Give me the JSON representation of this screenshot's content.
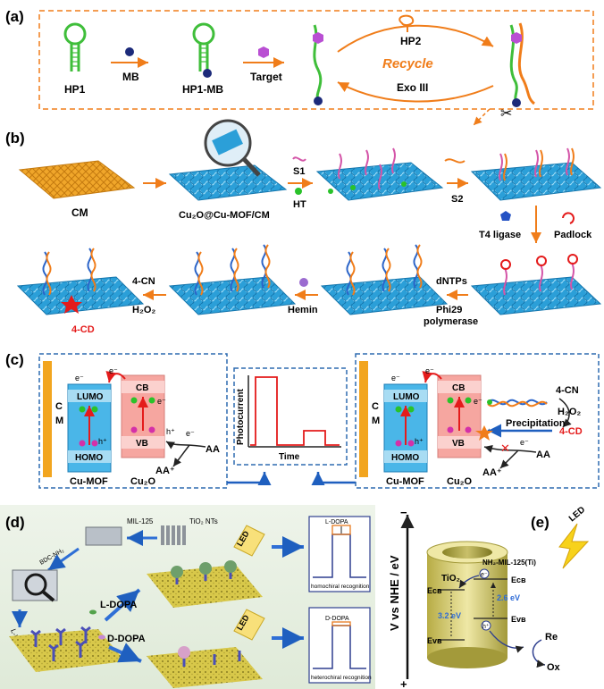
{
  "panel_labels": {
    "a": "(a)",
    "b": "(b)",
    "c": "(c)",
    "d": "(d)",
    "e": "(e)"
  },
  "panel_a": {
    "hp1": "HP1",
    "mb": "MB",
    "hp1_mb": "HP1-MB",
    "target": "Target",
    "hp2": "HP2",
    "recycle": "Recycle",
    "exo": "Exo III"
  },
  "panel_b": {
    "cm": "CM",
    "cu2o_mof_cm": "Cu₂O@Cu-MOF/CM",
    "s1": "S1",
    "ht": "HT",
    "s2": "S2",
    "t4_ligase": "T4 ligase",
    "padlock": "Padlock",
    "dntps": "dNTPs",
    "phi29": "Phi29",
    "polymerase": "polymerase",
    "hemin": "Hemin",
    "four_cn": "4-CN",
    "h2o2": "H₂O₂",
    "four_cd": "4-CD"
  },
  "panel_c": {
    "cm_letters": [
      "C",
      "M"
    ],
    "lumo": "LUMO",
    "homo": "HOMO",
    "cb": "CB",
    "vb": "VB",
    "e_minus": "e⁻",
    "h_plus": "h⁺",
    "aa": "AA",
    "aa_plus": "AA⁺",
    "cu_mof": "Cu-MOF",
    "cu2o": "Cu₂O",
    "photocurrent": "Photocurrent",
    "time": "Time",
    "precipitation": "Precipitation",
    "four_cn": "4-CN",
    "h2o2": "H₂O₂",
    "four_cd": "4-CD"
  },
  "panel_d": {
    "mil125": "MIL-125",
    "tio2_nts": "TiO₂ NTs",
    "bdc_nh2": "BDC-NH₂",
    "l_his": "L-His",
    "l_dopa": "L-DOPA",
    "d_dopa": "D-DOPA",
    "led": "LED",
    "homochiral": "homochiral recognition",
    "heterochiral": "heterochiral recognition",
    "inset_l_dopa": "L-DOPA",
    "inset_d_dopa": "D-DOPA"
  },
  "panel_e": {
    "yaxis": "V vs NHE / eV",
    "led": "LED",
    "nh2_mil": "NH₂-MIL-125(Ti)",
    "tio2": "TiO₂",
    "e_cb_tio2": "Eᴄʙ",
    "e_vb_tio2": "Eᴠʙ",
    "e_cb_mof": "Eᴄʙ",
    "e_vb_mof": "Eᴠʙ",
    "gap_tio2": "3.2 eV",
    "gap_mof": "2.6 eV",
    "re": "Re",
    "ox": "Ox",
    "minus": "−",
    "plus": "+",
    "e_minus": "e⁻",
    "h_plus": "h⁺"
  },
  "colors": {
    "orange": "#f07d1a",
    "green_strand": "#3fbe3a",
    "mb_dark": "#1c2a7a",
    "target_purple": "#b94fd3",
    "mof_blue": "#2a9ad4",
    "cu2o_pink": "#f6a6a0",
    "dashed_blue": "#2e6bb0",
    "red": "#e41b1b",
    "cm_orange": "#f2a51f",
    "tube_yellow": "#e9e3a0"
  }
}
